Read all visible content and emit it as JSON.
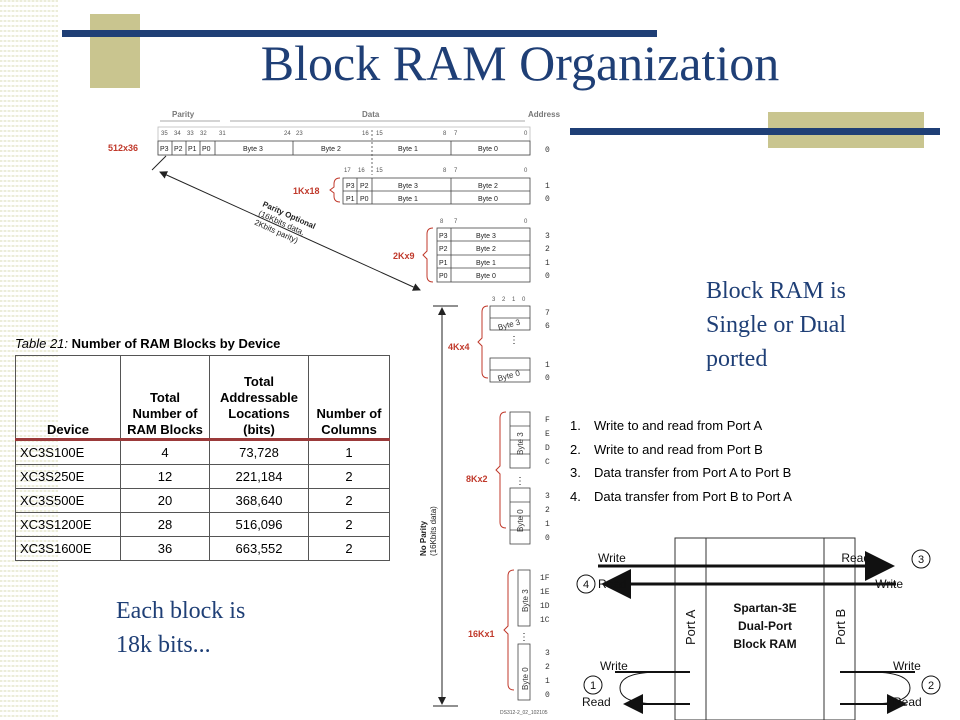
{
  "title": "Block RAM Organization",
  "notes": {
    "ports": [
      "Block RAM is",
      "Single or Dual",
      "ported"
    ],
    "block_size": [
      "Each block is",
      "18k bits..."
    ]
  },
  "table": {
    "caption_label": "Table 21:",
    "caption_text": "Number of RAM Blocks by Device",
    "headers": [
      "Device",
      "Total Number of RAM Blocks",
      "Total Addressable Locations (bits)",
      "Number of Columns"
    ],
    "rows": [
      [
        "XC3S100E",
        "4",
        "73,728",
        "1"
      ],
      [
        "XC3S250E",
        "12",
        "221,184",
        "2"
      ],
      [
        "XC3S500E",
        "20",
        "368,640",
        "2"
      ],
      [
        "XC3S1200E",
        "28",
        "516,096",
        "2"
      ],
      [
        "XC3S1600E",
        "36",
        "663,552",
        "2"
      ]
    ]
  },
  "port_modes": [
    {
      "num": "1.",
      "text": "Write to and read from Port A"
    },
    {
      "num": "2.",
      "text": "Write to and read from Port B"
    },
    {
      "num": "3.",
      "text": "Data transfer from Port A to Port B"
    },
    {
      "num": "4.",
      "text": "Data transfer from Port B to Port A"
    }
  ],
  "organization": {
    "headers": {
      "parity": "Parity",
      "data": "Data",
      "address": "Address"
    },
    "configs": [
      "512x36",
      "1Kx18",
      "2Kx9",
      "4Kx4",
      "8Kx2",
      "16Kx1"
    ],
    "parity_optional": [
      "Parity Optional",
      "(16Kbits data,",
      "2Kbits parity)"
    ],
    "no_parity": [
      "No Parity",
      "(16Kbits data)"
    ],
    "bits_36": [
      "35",
      "34",
      "33",
      "32",
      "31",
      "24",
      "23",
      "16",
      "15",
      "8",
      "7",
      "0"
    ],
    "row_36": [
      "P3",
      "P2",
      "P1",
      "P0",
      "Byte 3",
      "Byte 2",
      "Byte 1",
      "Byte 0",
      "0"
    ],
    "bits_18": [
      "17",
      "16",
      "15",
      "8",
      "7",
      "0"
    ],
    "rows_18": [
      [
        "P3",
        "P2",
        "Byte 3",
        "Byte 2",
        "1"
      ],
      [
        "P1",
        "P0",
        "Byte 1",
        "Byte 0",
        "0"
      ]
    ],
    "bits_9": [
      "8",
      "7",
      "0"
    ],
    "rows_9": [
      [
        "P3",
        "Byte 3",
        "3"
      ],
      [
        "P2",
        "Byte 2",
        "2"
      ],
      [
        "P1",
        "Byte 1",
        "1"
      ],
      [
        "P0",
        "Byte 0",
        "0"
      ]
    ],
    "bits_4": [
      "3",
      "2",
      "1",
      "0"
    ],
    "addr_4": [
      "7",
      "6",
      "1",
      "0"
    ],
    "addr_2": [
      "F",
      "E",
      "D",
      "C",
      "3",
      "2",
      "1",
      "0"
    ],
    "addr_1": [
      "1F",
      "1E",
      "1D",
      "1C",
      "3",
      "2",
      "1",
      "0"
    ],
    "byte3": "Byte 3",
    "byte0": "Byte 0",
    "footer_id": "DS312-2_02_102105"
  },
  "dual_port": {
    "center": [
      "Spartan-3E",
      "Dual-Port",
      "Block RAM"
    ],
    "port_a": "Port A",
    "port_b": "Port B",
    "write": "Write",
    "read": "Read",
    "num1": "1",
    "num2": "2",
    "num3": "3",
    "num4": "4"
  },
  "colors": {
    "title": "#1f3f76",
    "accent_bar": "#1f3f76",
    "accent_block": "#c9c58f",
    "config_label": "#c0392b"
  }
}
